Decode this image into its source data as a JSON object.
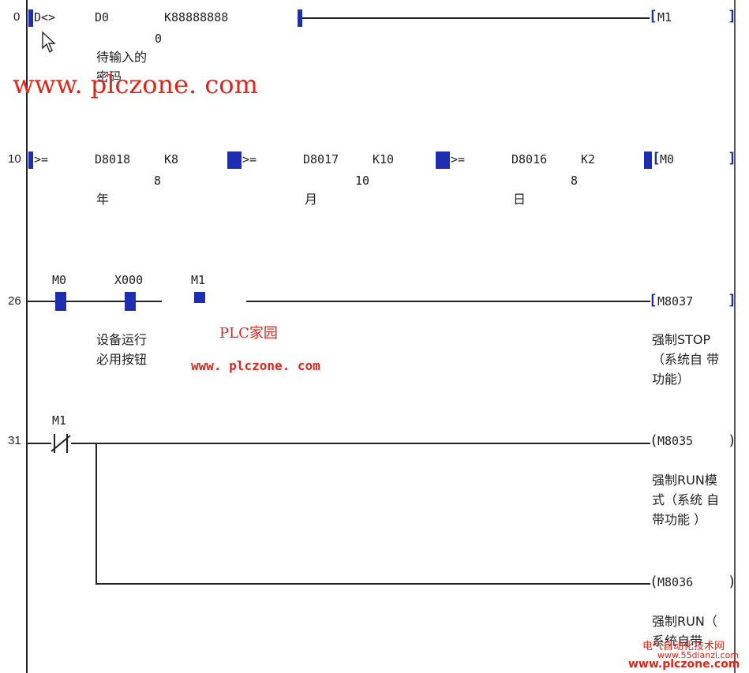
{
  "watermarks": {
    "top_url": "www. plczone. com",
    "mid_title": "PLC家园",
    "mid_url": "www. plczone. com",
    "corner_site_cn": "电气自动化技术网",
    "corner_url_a": "www.55dianzi.com",
    "corner_url_b": "www.plczone.com"
  },
  "rungs": [
    {
      "step": "0",
      "instr": "D<>",
      "op1": "D0",
      "op1_value": "0",
      "op2": "K88888888",
      "comment": "待输入的 密码",
      "coil": "M1"
    },
    {
      "step": "10",
      "blocks": [
        {
          "instr": ">=",
          "op1": "D8018",
          "op2": "K8",
          "value": "8",
          "comment": "年"
        },
        {
          "instr": ">=",
          "op1": "D8017",
          "op2": "K10",
          "value": "10",
          "comment": "月"
        },
        {
          "instr": ">=",
          "op1": "D8016",
          "op2": "K2",
          "value": "8",
          "comment": "日"
        }
      ],
      "coil": "M0"
    },
    {
      "step": "26",
      "contacts": [
        "M0",
        "X000",
        "M1"
      ],
      "contact_comment": "设备运行 必用按钮",
      "coil": "M8037",
      "coil_comment": "强制STOP （系统自 带功能）"
    },
    {
      "step": "31",
      "contact": "M1",
      "coils": [
        {
          "name": "M8035",
          "comment": "强制RUN模 式（系统 自带功能 ）"
        },
        {
          "name": "M8036",
          "comment": "强制RUN（ 系统自带"
        }
      ]
    }
  ]
}
